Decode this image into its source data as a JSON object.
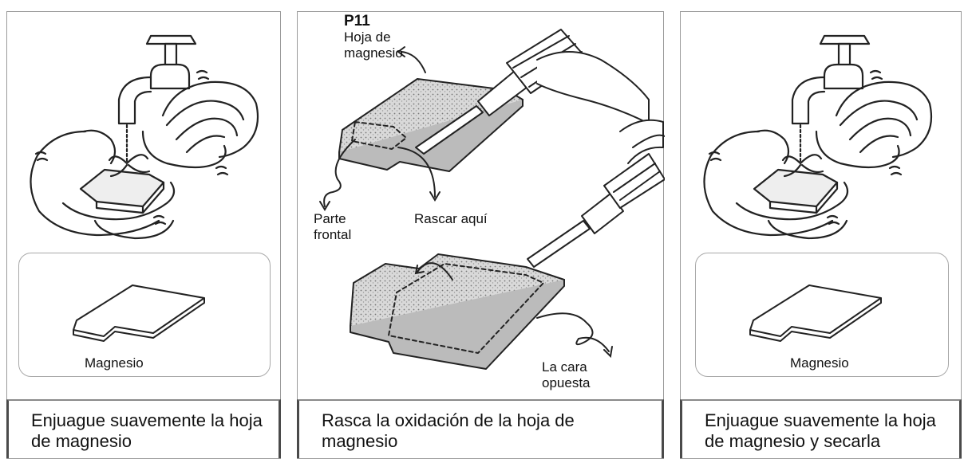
{
  "panels": [
    {
      "caption": "Enjuague suavemente la hoja de magnesio",
      "inset_label": "Magnesio"
    },
    {
      "page_ref": "P11",
      "labels": {
        "sheet": "Hoja de magnesio",
        "front": "Parte frontal",
        "scrape_here": "Rascar aquí",
        "opposite_side": "La cara opuesta"
      },
      "caption": "Rasca la oxidación de la hoja de magnesio"
    },
    {
      "caption": "Enjuague suavemente la hoja de magnesio y secarla",
      "inset_label": "Magnesio"
    }
  ],
  "icons": [
    "faucet-icon",
    "hands-icon",
    "magnesium-sheet-icon",
    "screwdriver-icon",
    "arrow-icon"
  ]
}
